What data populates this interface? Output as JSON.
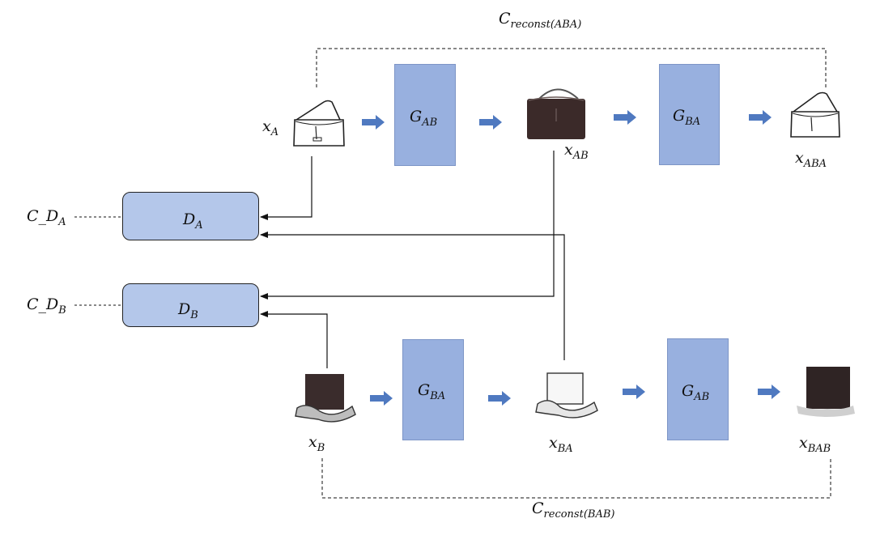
{
  "labels": {
    "c_reconst_aba": {
      "base": "C",
      "sub": "reconst(ABA)"
    },
    "c_reconst_bab": {
      "base": "C",
      "sub": "reconst(BAB)"
    },
    "x_a": {
      "base": "x",
      "sub": "A"
    },
    "x_ab": {
      "base": "x",
      "sub": "AB"
    },
    "x_aba": {
      "base": "x",
      "sub": "ABA"
    },
    "x_b": {
      "base": "x",
      "sub": "B"
    },
    "x_ba": {
      "base": "x",
      "sub": "BA"
    },
    "x_bab": {
      "base": "x",
      "sub": "BAB"
    },
    "g_ab_top": {
      "base": "G",
      "sub": "AB"
    },
    "g_ba_top": {
      "base": "G",
      "sub": "BA"
    },
    "g_ba_bottom": {
      "base": "G",
      "sub": "BA"
    },
    "g_ab_bottom": {
      "base": "G",
      "sub": "AB"
    },
    "d_a": {
      "base": "D",
      "sub": "A"
    },
    "d_b": {
      "base": "D",
      "sub": "B"
    },
    "c_d_a": {
      "base": "C_D",
      "sub": "A"
    },
    "c_d_b": {
      "base": "C_D",
      "sub": "B"
    }
  },
  "colors": {
    "generator_fill": "#98b0df",
    "discriminator_fill": "#b4c7ea",
    "block_arrow": "#4f79c0",
    "line": "#111111"
  },
  "icons": [
    "handbag-sketch-icon",
    "handbag-photo-icon"
  ]
}
